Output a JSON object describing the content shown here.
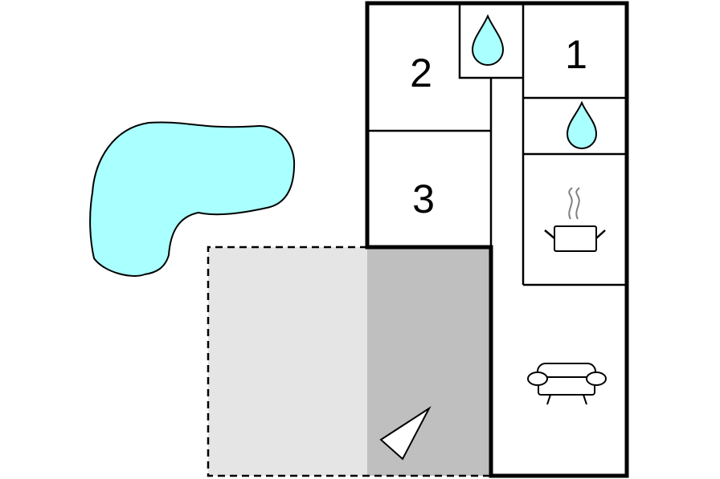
{
  "rooms": {
    "bedroom_1": {
      "label": "1"
    },
    "bedroom_2": {
      "label": "2"
    },
    "bedroom_3": {
      "label": "3"
    }
  },
  "icons": {
    "bathroom": "water-drop-icon",
    "kitchen": "cooking-pot-icon",
    "living_room": "sofa-icon",
    "entrance": "entrance-arrow-icon"
  },
  "colors": {
    "water": "#aaffff",
    "terrace": "#e5e5e5",
    "covered_area": "#bfbfbf",
    "walls": "#000000",
    "background": "#ffffff"
  }
}
